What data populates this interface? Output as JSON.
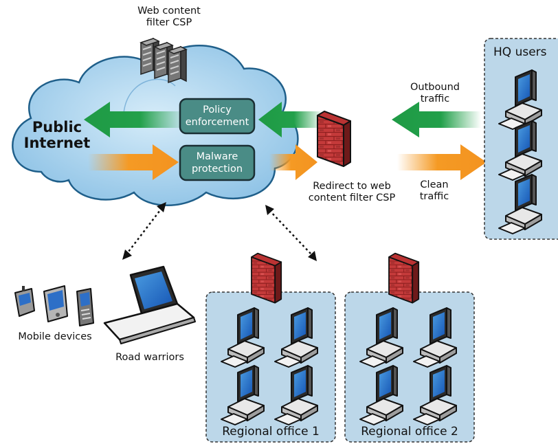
{
  "cloud": {
    "title_line1": "Public",
    "title_line2": "Internet"
  },
  "server": {
    "label_line1": "Web content",
    "label_line2": "filter CSP"
  },
  "boxes": {
    "policy_line1": "Policy",
    "policy_line2": "enforcement",
    "malware_line1": "Malware",
    "malware_line2": "protection"
  },
  "firewall": {
    "label_line1": "Redirect to web",
    "label_line2": "content filter CSP"
  },
  "traffic": {
    "outbound_line1": "Outbound",
    "outbound_line2": "traffic",
    "clean_line1": "Clean",
    "clean_line2": "traffic"
  },
  "hq": {
    "label": "HQ users"
  },
  "mobile": {
    "label": "Mobile devices"
  },
  "road": {
    "label": "Road warriors"
  },
  "offices": [
    {
      "label": "Regional office 1"
    },
    {
      "label": "Regional office 2"
    }
  ],
  "colors": {
    "cloud": "#a9d3ee",
    "cloud_edge": "#1f5f8a",
    "box_fill": "#4a8c86",
    "outbound_arrow": "#22a04a",
    "clean_arrow": "#f59a24",
    "firewall_brick": "#c43a3a",
    "office_panel": "#bcd7e9"
  }
}
